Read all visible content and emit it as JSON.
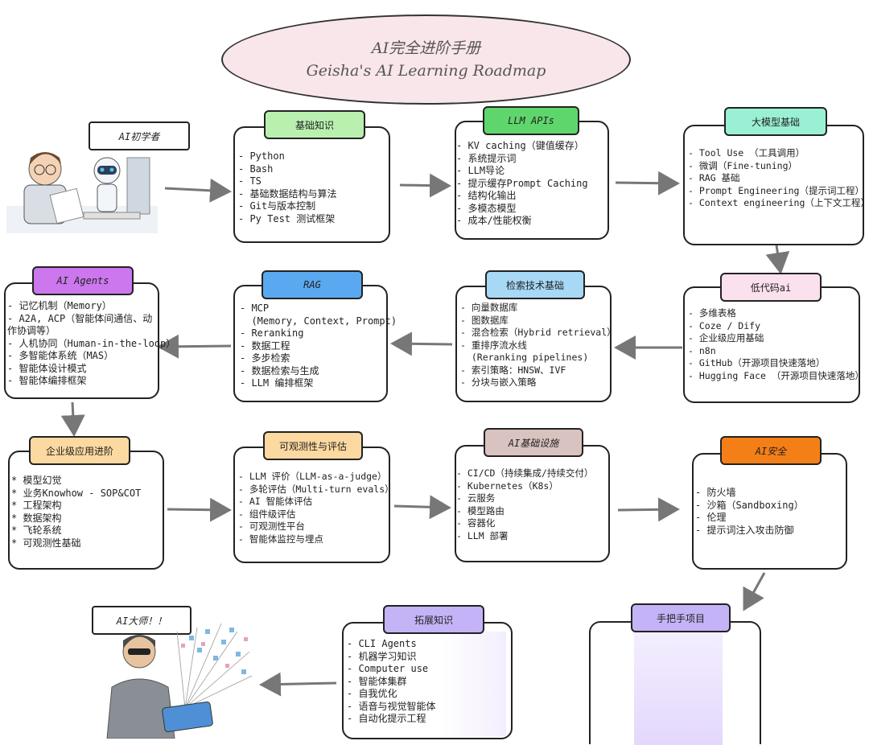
{
  "title": {
    "line1": "AI完全进阶手册",
    "line2": "Geisha's AI Learning Roadmap"
  },
  "beginner_label": "AI初学者",
  "master_label": "AI大师！！",
  "sections": {
    "basics": {
      "label": "基础知识",
      "color": "#b9f0b0",
      "items": [
        "- Python",
        "- Bash",
        "- TS",
        "- 基础数据结构与算法",
        "- Git与版本控制",
        "- Py Test 测试框架"
      ]
    },
    "llm_apis": {
      "label": "LLM APIs",
      "color": "#5fd66c",
      "items": [
        "- KV caching（键值缓存）",
        "- 系统提示词",
        "- LLM导论",
        "- 提示缓存Prompt Caching",
        "- 结构化输出",
        "- 多模态模型",
        "- 成本/性能权衡"
      ]
    },
    "model_basics": {
      "label": "大模型基础",
      "color": "#9af0d4",
      "items": [
        "- Tool Use （工具调用）",
        "- 微调（Fine-tuning）",
        "- RAG 基础",
        "- Prompt Engineering（提示词工程）",
        "- Context engineering（上下文工程）"
      ]
    },
    "low_code": {
      "label": "低代码ai",
      "color": "#fbe0ee",
      "items": [
        "- 多维表格",
        "- Coze / Dify",
        "- 企业级应用基础",
        "- n8n",
        "- GitHub（开源项目快速落地）",
        "- Hugging Face （开源项目快速落地）"
      ]
    },
    "retrieval": {
      "label": "检索技术基础",
      "color": "#a7d8f5",
      "items": [
        "- 向量数据库",
        "- 图数据库",
        "- 混合检索（Hybrid retrieval）",
        "- 重排序流水线",
        "  (Reranking pipelines)",
        "- 索引策略：HNSW、IVF",
        "- 分块与嵌入策略"
      ]
    },
    "rag": {
      "label": "RAG",
      "color": "#5aa8f0",
      "items": [
        "- MCP",
        "  (Memory, Context, Prompt)",
        "- Reranking",
        "- 数据工程",
        "- 多步检索",
        "- 数据检索与生成",
        "- LLM 编排框架"
      ]
    },
    "agents": {
      "label": "AI Agents",
      "color": "#cc77ee",
      "items": [
        "- 记忆机制（Memory）",
        "- A2A, ACP（智能体间通信、动",
        "作协调等）",
        "- 人机协同（Human-in-the-loop）",
        "- 多智能体系统（MAS）",
        "- 智能体设计模式",
        "- 智能体编排框架"
      ]
    },
    "enterprise": {
      "label": "企业级应用进阶",
      "color": "#fcd9a0",
      "items": [
        "* 模型幻觉",
        "* 业务Knowhow - SOP&COT",
        "* 工程架构",
        "* 数据架构",
        "* 飞轮系统",
        "* 可观测性基础"
      ]
    },
    "observability": {
      "label": "可观测性与评估",
      "color": "#fcd9a0",
      "items": [
        "- LLM 评价（LLM-as-a-judge）",
        "- 多轮评估（Multi-turn evals）",
        "- AI 智能体评估",
        "- 组件级评估",
        "- 可观测性平台",
        "- 智能体监控与埋点"
      ]
    },
    "infra": {
      "label": "AI基础设施",
      "color": "#d9c3c0",
      "items": [
        "- CI/CD（持续集成/持续交付）",
        "- Kubernetes（K8s）",
        "- 云服务",
        "- 模型路由",
        "- 容器化",
        "- LLM 部署"
      ]
    },
    "security": {
      "label": "AI安全",
      "color": "#f57f17",
      "items": [
        "- 防火墙",
        "- 沙箱（Sandboxing）",
        "- 伦理",
        "- 提示词注入攻击防御"
      ]
    },
    "hands_on": {
      "label": "手把手项目",
      "color": "#c5b3f7",
      "items": []
    },
    "extended": {
      "label": "拓展知识",
      "color": "#c5b3f7",
      "items": [
        "- CLI Agents",
        "- 机器学习知识",
        "- Computer use",
        "- 智能体集群",
        "- 自我优化",
        "- 语音与视觉智能体",
        "- 自动化提示工程"
      ]
    }
  }
}
